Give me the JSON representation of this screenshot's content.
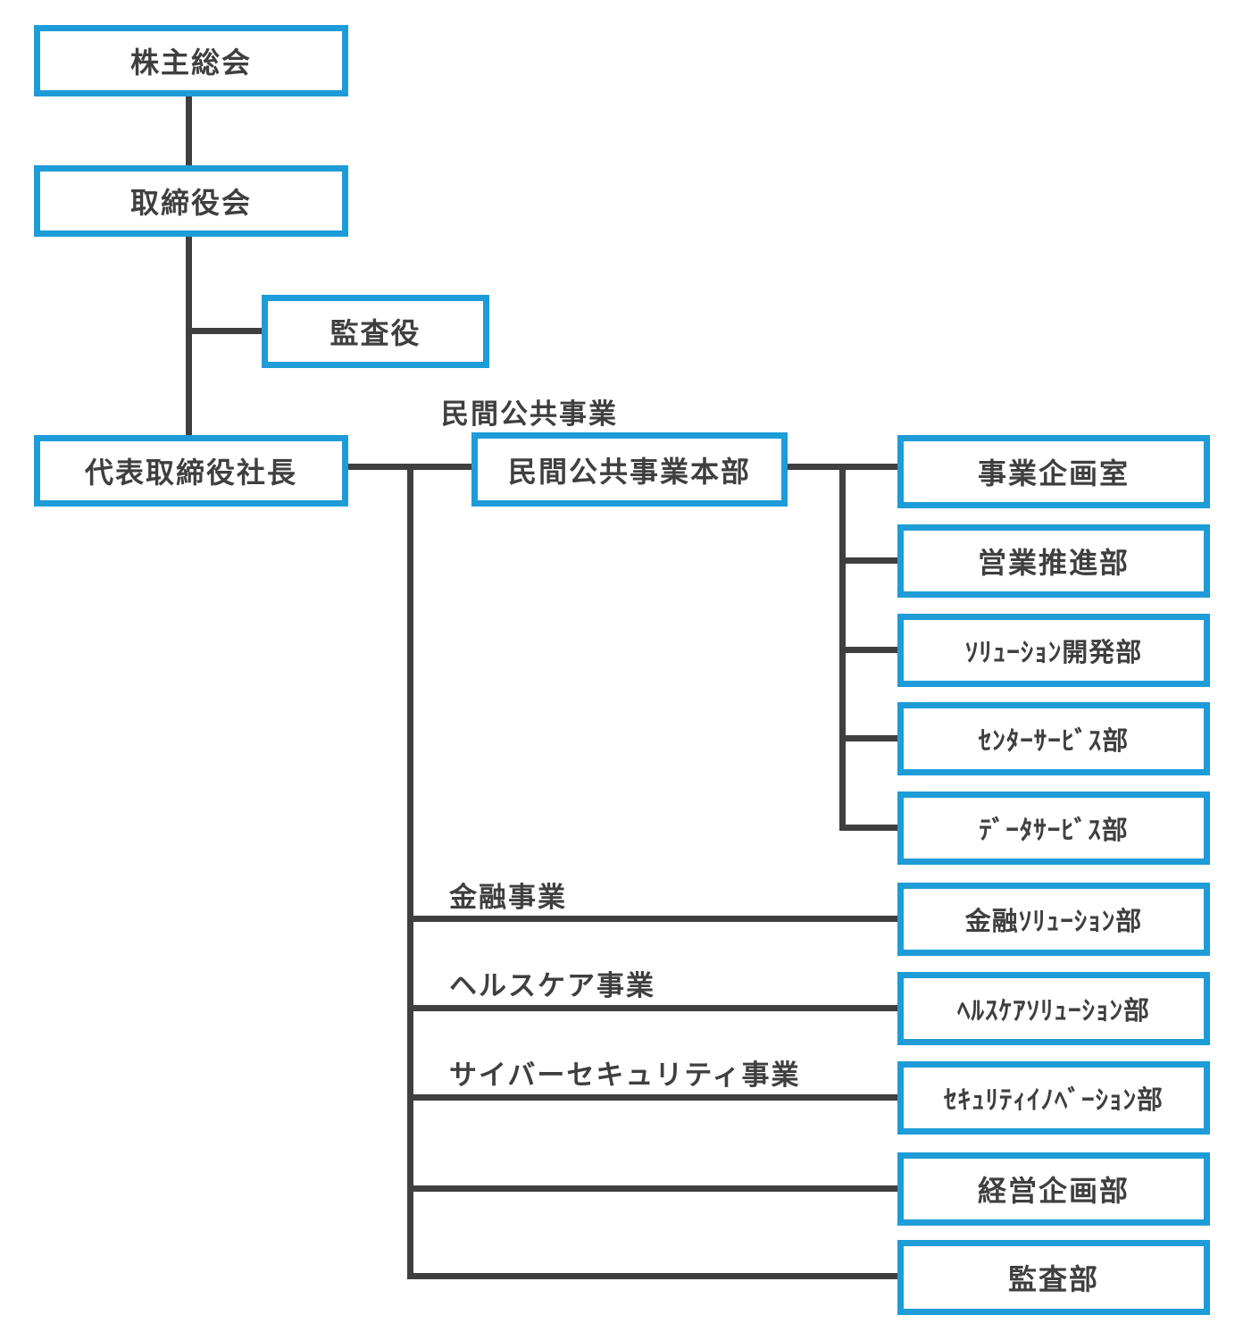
{
  "chart": {
    "accent_color": "#1e9cd8",
    "line_color": "#3f3f3f",
    "nodes": {
      "shareholders": "株主総会",
      "board": "取締役会",
      "auditor": "監査役",
      "president": "代表取締役社長",
      "minkan_hq": "民間公共事業本部",
      "biz_planning": "事業企画室",
      "sales_promo": "営業推進部",
      "solution_dev": "ｿﾘｭｰｼｮﾝ開発部",
      "center_service": "ｾﾝﾀｰｻｰﾋﾞｽ部",
      "data_service": "ﾃﾞｰﾀｻｰﾋﾞｽ部",
      "finance_solution": "金融ｿﾘｭｰｼｮﾝ部",
      "healthcare_solution": "ﾍﾙｽｹｱｿﾘｭｰｼｮﾝ部",
      "security_innovation": "ｾｷｭﾘﾃｨｲﾉﾍﾞｰｼｮﾝ部",
      "corporate_planning": "経営企画部",
      "audit_dept": "監査部"
    },
    "group_labels": {
      "minkan": "民間公共事業",
      "finance": "金融事業",
      "healthcare": "ヘルスケア事業",
      "cybersecurity": "サイバーセキュリティ事業"
    }
  }
}
